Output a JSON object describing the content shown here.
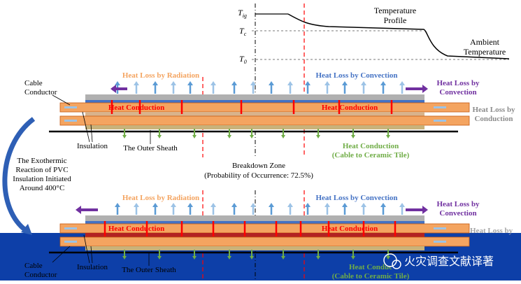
{
  "profile": {
    "labels": {
      "tig": "T",
      "tig_sub": "ig",
      "tc": "T",
      "tc_sub": "c",
      "t0": "T",
      "t0_sub": "0"
    },
    "profile_label_1": "Temperature",
    "profile_label_2": "Profile",
    "ambient_label_1": "Ambient",
    "ambient_label_2": "Temperature"
  },
  "top_panel": {
    "radiation": "Heat Loss by Radiation",
    "convection_top": "Heat Loss by Convection",
    "convection_right_1": "Heat Loss by",
    "convection_right_2": "Convection",
    "conduction_right_1": "Heat Loss by",
    "conduction_right_2": "Conduction",
    "heat_conduction_left": "Heat  Conduction",
    "heat_conduction_right": "Heat  Conduction",
    "cable_conductor_1": "Cable",
    "cable_conductor_2": "Conductor",
    "insulation": "Insulation",
    "outer_sheath": "The Outer Sheath",
    "tile_conduction_1": "Heat Conduction",
    "tile_conduction_2": "(Cable to Ceramic Tile)"
  },
  "middle": {
    "breakdown_1": "Breakdown Zone",
    "breakdown_2": "(Probability of Occurrence: 72.5%)",
    "reaction_1": "The Exothermic",
    "reaction_2": "Reaction of PVC",
    "reaction_3": "Insulation Initiated",
    "reaction_4": "Around 400°C"
  },
  "bottom_panel": {
    "radiation": "Heat Loss by Radiation",
    "convection_top": "Heat Loss by Convection",
    "convection_right_1": "Heat Loss by",
    "convection_right_2": "Convection",
    "conduction_right": "Heat Loss by",
    "heat_conduction_left": "Heat  Conduction",
    "heat_conduction_right": "Heat  Conduction",
    "cable_conductor_1": "Cable",
    "cable_conductor_2": "Conductor",
    "insulation": "Insulation",
    "outer_sheath": "The Outer Sheath",
    "tile_conduction_1": "Heat Conduc",
    "tile_conduction_2": "(Cable to Ceramic Tile)"
  },
  "watermark": "火灾调查文献译著",
  "colors": {
    "orange": "#ed7d31",
    "radiation_text": "#f4a460",
    "convection_text": "#4472c4",
    "purple": "#7030a0",
    "green": "#70ad47",
    "red": "#ff0000",
    "blue_band": "#0d3fa8",
    "cable_fill": "#f4a460"
  }
}
